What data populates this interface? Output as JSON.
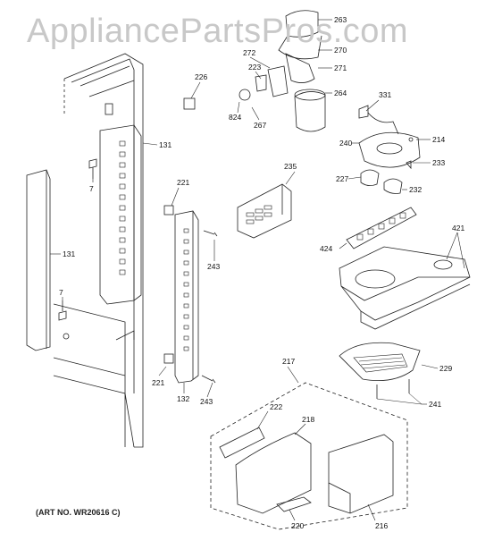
{
  "watermark": "AppliancePartsPros.com",
  "art_number": "(ART NO. WR20616 C)",
  "callouts": {
    "p263": "263",
    "p270": "270",
    "p271": "271",
    "p272": "272",
    "p223": "223",
    "p226": "226",
    "p264": "264",
    "p331": "331",
    "p824": "824",
    "p267": "267",
    "p214": "214",
    "p240": "240",
    "p233": "233",
    "p227": "227",
    "p232": "232",
    "p131a": "131",
    "p131b": "131",
    "p7a": "7",
    "p7b": "7",
    "p221a": "221",
    "p221b": "221",
    "p235": "235",
    "p243a": "243",
    "p243b": "243",
    "p132": "132",
    "p424": "424",
    "p421": "421",
    "p229": "229",
    "p241": "241",
    "p217": "217",
    "p222": "222",
    "p218": "218",
    "p220": "220",
    "p216": "216"
  }
}
